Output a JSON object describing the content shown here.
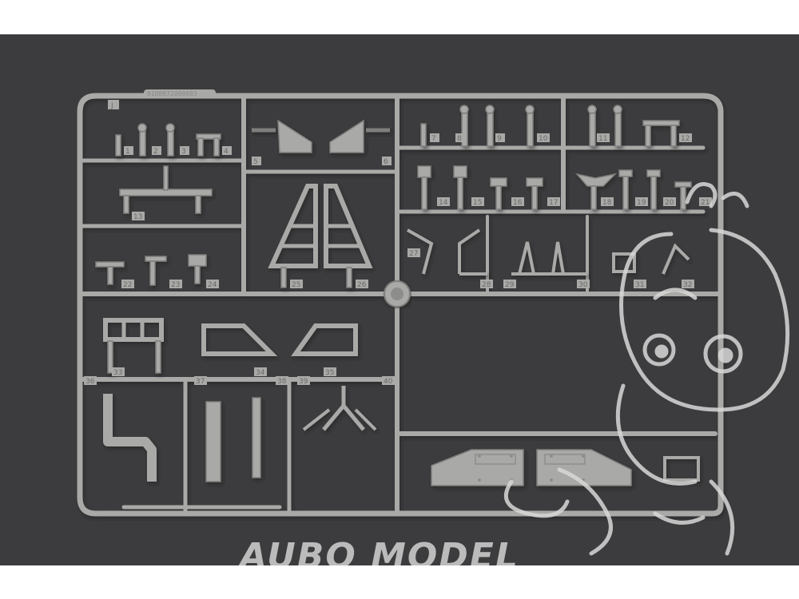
{
  "sprue": {
    "letter": "J",
    "code": "0108872000083",
    "part_numbers": [
      "1",
      "2",
      "3",
      "4",
      "5",
      "6",
      "7",
      "8",
      "9",
      "10",
      "11",
      "12",
      "13",
      "14",
      "15",
      "16",
      "17",
      "18",
      "19",
      "20",
      "21",
      "22",
      "23",
      "24",
      "25",
      "26",
      "27",
      "28",
      "29",
      "30",
      "31",
      "32",
      "33",
      "34",
      "35",
      "36",
      "37",
      "38",
      "39",
      "40"
    ]
  },
  "watermark": {
    "text": "AUBO MODEL"
  },
  "colors": {
    "background": "#3c3c3e",
    "plastic": "#a9a9a7",
    "plastic_shadow": "#7f7f7d",
    "watermark": "#d0d0d0"
  }
}
